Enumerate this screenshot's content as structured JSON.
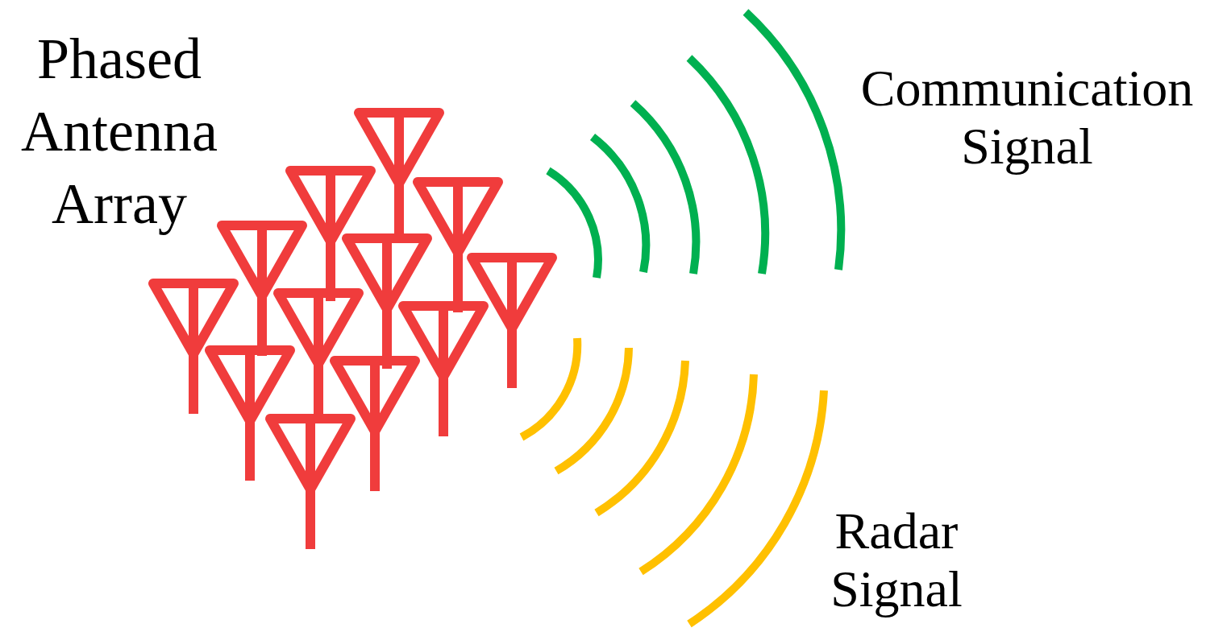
{
  "diagram": {
    "labels": [
      "Phased Antenna Array",
      "Communication Signal",
      "Radar Signal"
    ]
  }
}
